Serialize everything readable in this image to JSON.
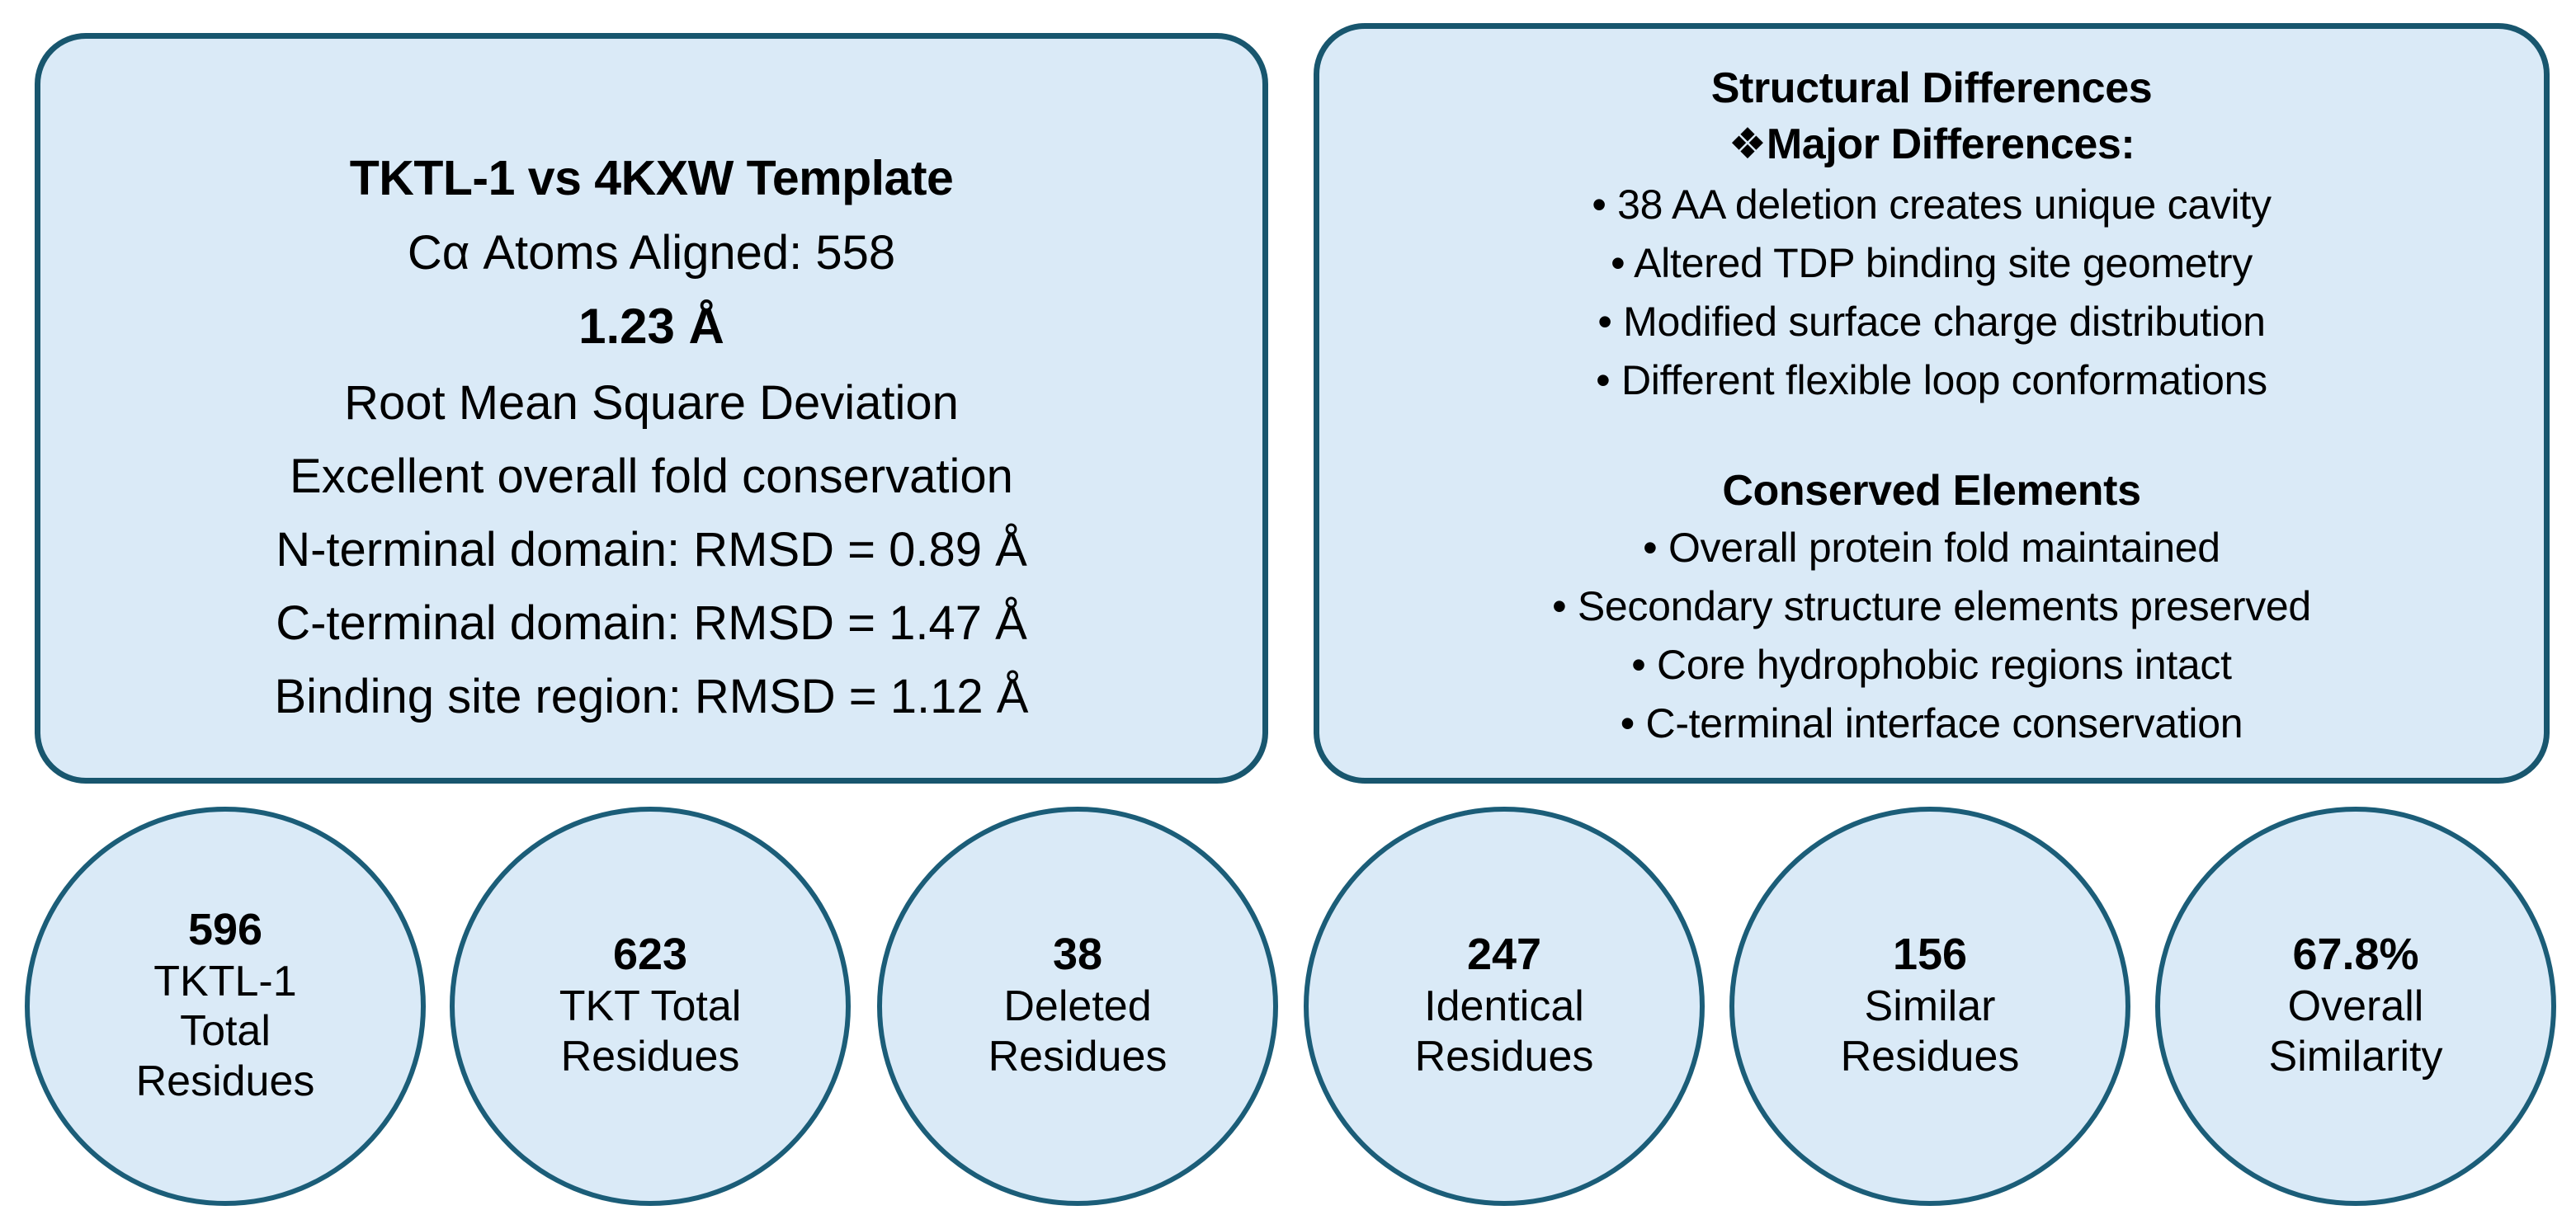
{
  "colors": {
    "panel_fill": "#daeaf7",
    "panel_border": "#18566e",
    "circle_fill": "#daeaf7",
    "circle_border": "#1b5d78",
    "text": "#000000",
    "background": "#ffffff"
  },
  "left_panel": {
    "title": "TKTL-1 vs 4KXW Template",
    "atoms_aligned": "Cα Atoms Aligned: 558",
    "rmsd_value": "1.23 Å",
    "rmsd_caption": "Root Mean Square Deviation",
    "conservation_note": "Excellent overall fold conservation",
    "n_terminal": "N-terminal domain: RMSD = 0.89 Å",
    "c_terminal": "C-terminal domain: RMSD = 1.47 Å",
    "binding_site": "Binding site region: RMSD = 1.12 Å"
  },
  "right_panel": {
    "heading": "Structural Differences",
    "major_differences_label": "❖Major Differences:",
    "major_differences": [
      "• 38 AA deletion creates unique cavity",
      "• Altered TDP binding site geometry",
      "• Modified surface charge distribution",
      "• Different flexible loop conformations"
    ],
    "conserved_heading": "Conserved Elements",
    "conserved_elements": [
      "• Overall protein fold maintained",
      "• Secondary structure elements preserved",
      "• Core hydrophobic regions intact",
      "• C-terminal interface conservation"
    ]
  },
  "stats": [
    {
      "value": "596",
      "label": "TKTL-1\nTotal\nResidues"
    },
    {
      "value": "623",
      "label": "TKT Total\nResidues"
    },
    {
      "value": "38",
      "label": "Deleted\nResidues"
    },
    {
      "value": "247",
      "label": "Identical\nResidues"
    },
    {
      "value": "156",
      "label": "Similar\nResidues"
    },
    {
      "value": "67.8%",
      "label": "Overall\nSimilarity"
    }
  ]
}
